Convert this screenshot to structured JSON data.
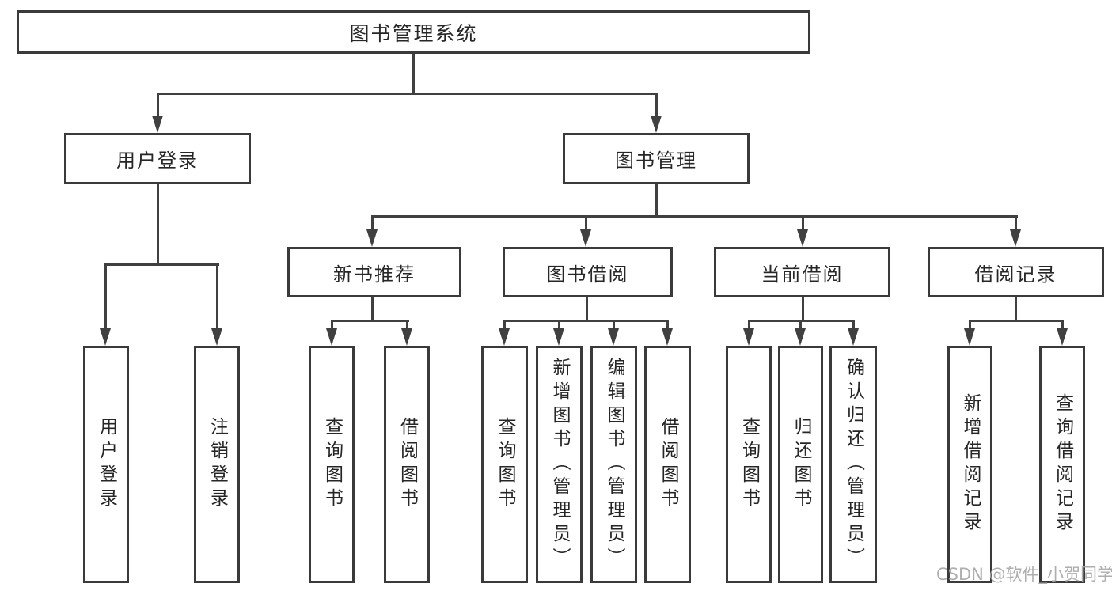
{
  "page": {
    "watermark": "CSDN @软件_小贺同学"
  },
  "colors": {
    "background": "#ffffff",
    "box_border": "#3a3a3a",
    "connector_line": "#404040",
    "text": "#262626",
    "watermark": "#a8a8a8"
  },
  "tree": {
    "root": "图书管理系统",
    "branches": [
      {
        "label": "用户登录",
        "children": [
          "用户登录",
          "注销登录"
        ]
      },
      {
        "label": "图书管理",
        "groups": [
          {
            "label": "新书推荐",
            "children": [
              "查询图书",
              "借阅图书"
            ]
          },
          {
            "label": "图书借阅",
            "children": [
              "查询图书",
              "新增图书（管理员）",
              "编辑图书（管理员）",
              "借阅图书"
            ]
          },
          {
            "label": "当前借阅",
            "children": [
              "查询图书",
              "归还图书",
              "确认归还（管理员）"
            ]
          },
          {
            "label": "借阅记录",
            "children": [
              "新增借阅记录",
              "查询借阅记录"
            ]
          }
        ]
      }
    ]
  }
}
